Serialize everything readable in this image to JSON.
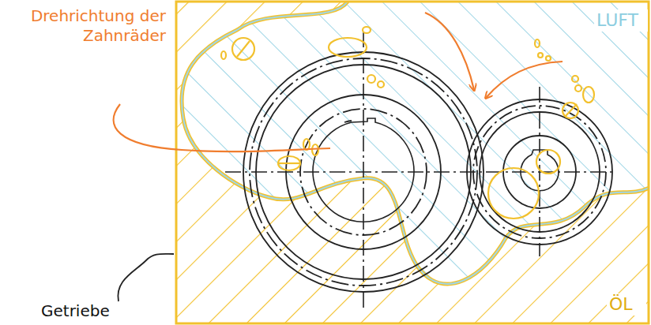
{
  "diagram": {
    "labels": [
      "Drehrichtung der Zahnräder",
      "LUFT",
      "ÖL",
      "Getriebe"
    ]
  }
}
